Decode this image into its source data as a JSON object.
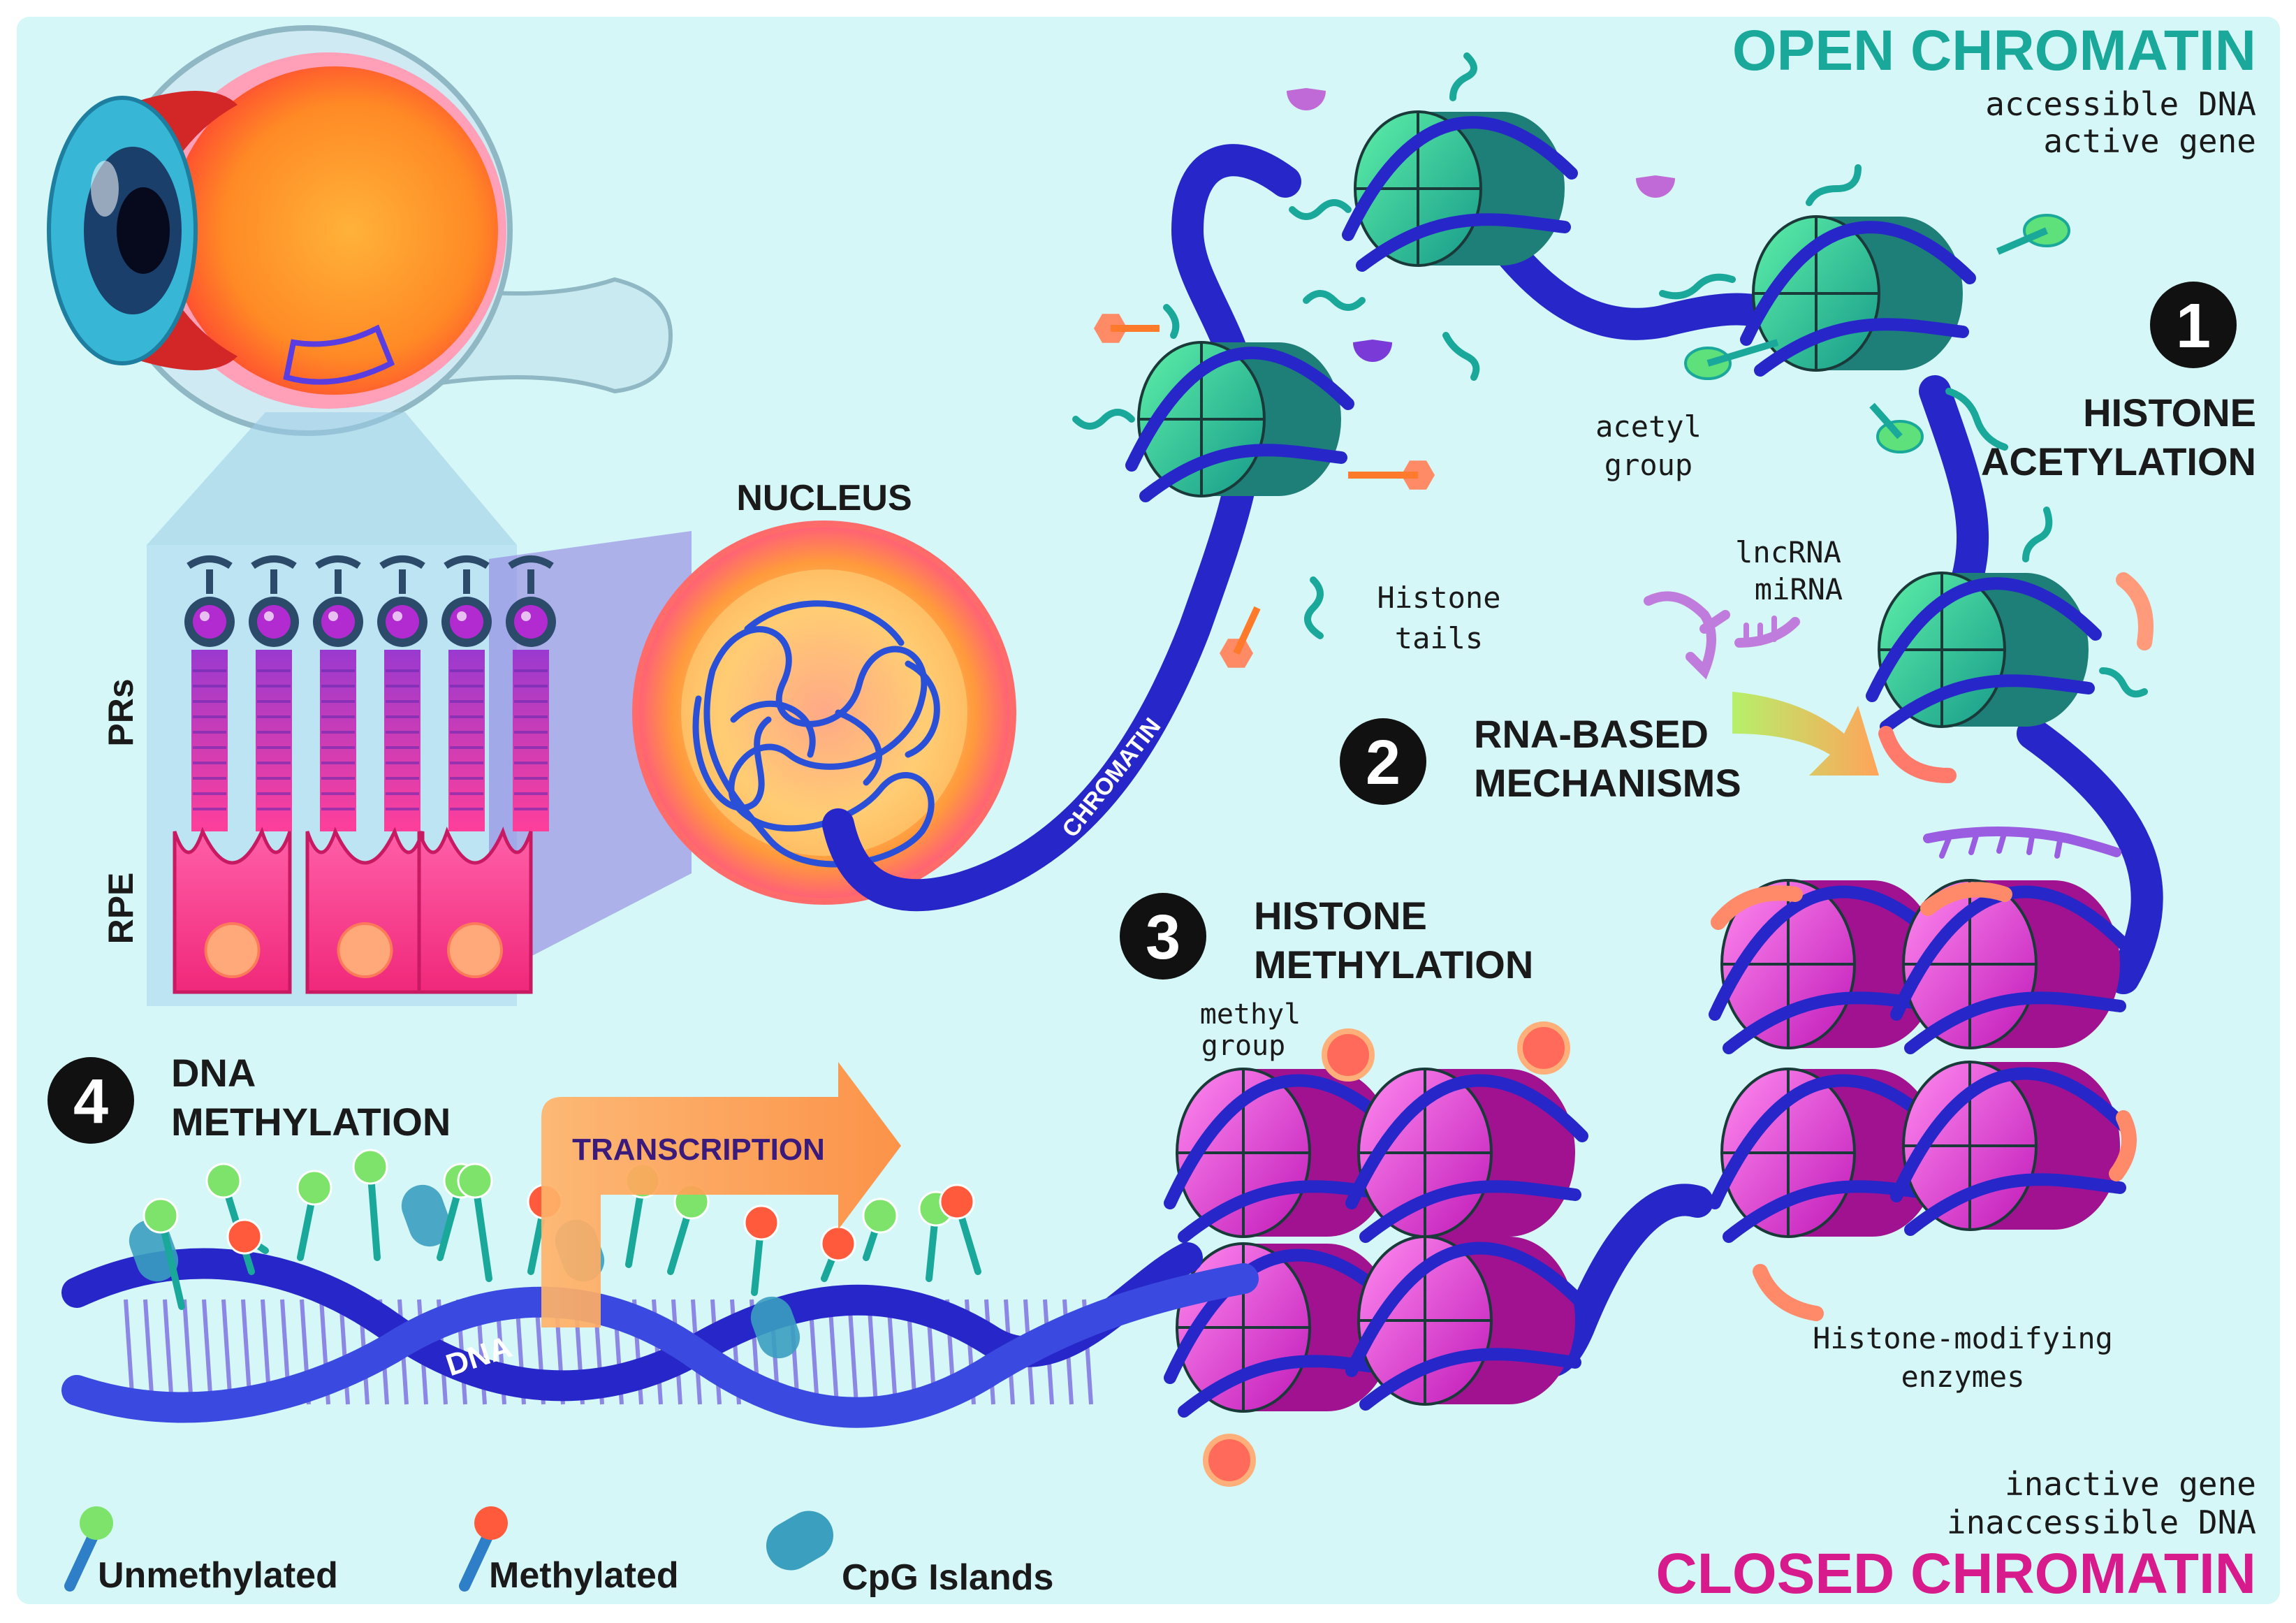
{
  "labels": {
    "open_chromatin": "OPEN CHROMATIN",
    "accessible_dna": "accessible DNA",
    "active_gene": "active gene",
    "closed_chromatin": "CLOSED CHROMATIN",
    "inactive_gene": "inactive gene",
    "inaccessible_dna": "inaccessible DNA",
    "nucleus": "NUCLEUS",
    "chromatin": "CHROMATIN",
    "dna": "DNA",
    "transcription": "TRANSCRIPTION",
    "prs": "PRs",
    "rpe": "RPE",
    "acetyl_1": "acetyl",
    "acetyl_2": "group",
    "histone_tails_1": "Histone",
    "histone_tails_2": "tails",
    "lncrna": "lncRNA",
    "mirna": "miRNA",
    "methyl_1": "methyl",
    "methyl_2": "group",
    "enzymes_1": "Histone-modifying",
    "enzymes_2": "enzymes"
  },
  "mechanisms": [
    {
      "number": "1",
      "line1": "HISTONE",
      "line2": "ACETYLATION"
    },
    {
      "number": "2",
      "line1": "RNA-BASED",
      "line2": "MECHANISMS"
    },
    {
      "number": "3",
      "line1": "HISTONE",
      "line2": "METHYLATION"
    },
    {
      "number": "4",
      "line1": "DNA",
      "line2": "METHYLATION"
    }
  ],
  "legend": [
    {
      "label": "Unmethylated",
      "color": "#7ee36b"
    },
    {
      "label": "Methylated",
      "color": "#ff5a3c"
    },
    {
      "label": "CpG Islands",
      "color": "#3b9fc0"
    }
  ],
  "colors": {
    "background": "#d5f7f7",
    "open_title": "#1aa89a",
    "closed_title": "#d81b8c",
    "dna_strand": "#2727c9",
    "nucleosome_open": "#2fc79b",
    "nucleosome_closed": "#ee3fd6",
    "text_dark": "#1a1a1a"
  }
}
